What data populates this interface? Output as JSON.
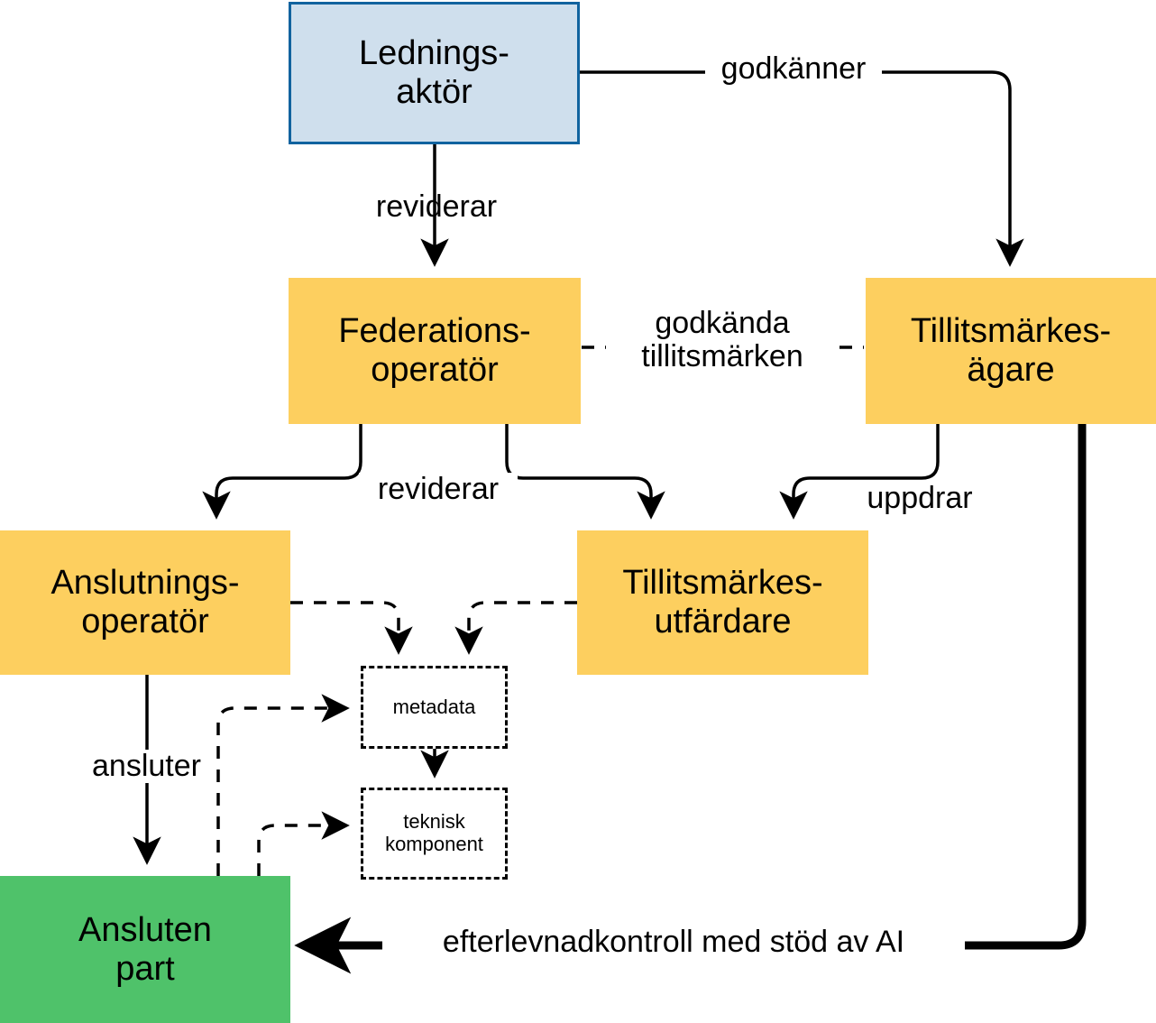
{
  "diagram": {
    "title": "Tillitsmarke federation aktorsdiagram",
    "colors": {
      "blue_fill": "#cfdfed",
      "blue_border": "#11639f",
      "yellow_fill": "#fdcf5f",
      "green_fill": "#4fc26a",
      "line": "#000000",
      "background": "#ffffff"
    },
    "nodes": [
      {
        "id": "ledningsaktor",
        "label": "Lednings-\naktör",
        "style": "blue"
      },
      {
        "id": "federationsoperator",
        "label": "Federations-\noperatör",
        "style": "yellow"
      },
      {
        "id": "tillitsmarkesagare",
        "label": "Tillitsmärkes-\nägare",
        "style": "yellow"
      },
      {
        "id": "anslutningsoperator",
        "label": "Anslutnings-\noperatör",
        "style": "yellow"
      },
      {
        "id": "tillitsmarkesutfardare",
        "label": "Tillitsmärkes-\nutfärdare",
        "style": "yellow"
      },
      {
        "id": "metadata",
        "label": "metadata",
        "style": "dashed"
      },
      {
        "id": "tekniskkomponent",
        "label": "teknisk\nkomponent",
        "style": "dashed"
      },
      {
        "id": "anslutenpart",
        "label": "Ansluten\npart",
        "style": "green"
      }
    ],
    "edges": [
      {
        "id": "godkanner",
        "label": "godkänner",
        "from": "ledningsaktor",
        "to": "tillitsmarkesagare",
        "line": "solid",
        "weight": "thin",
        "arrow": true
      },
      {
        "id": "reviderar-fo",
        "label": "reviderar",
        "from": "ledningsaktor",
        "to": "federationsoperator",
        "line": "solid",
        "weight": "thin",
        "arrow": true
      },
      {
        "id": "godkanda",
        "label": "godkända\ntillitsmärken",
        "from": "federationsoperator",
        "to": "tillitsmarkesagare",
        "line": "dashed",
        "weight": "thin",
        "arrow": false
      },
      {
        "id": "reviderar-ao",
        "label": "reviderar",
        "from": "federationsoperator",
        "to": "anslutningsoperator",
        "line": "solid",
        "weight": "thin",
        "arrow": true
      },
      {
        "id": "reviderar-tu",
        "label": "",
        "from": "federationsoperator",
        "to": "tillitsmarkesutfardare",
        "line": "solid",
        "weight": "thin",
        "arrow": true
      },
      {
        "id": "uppdrar",
        "label": "uppdrar",
        "from": "tillitsmarkesagare",
        "to": "tillitsmarkesutfardare",
        "line": "solid",
        "weight": "thin",
        "arrow": true
      },
      {
        "id": "ansluter",
        "label": "ansluter",
        "from": "anslutningsoperator",
        "to": "anslutenpart",
        "line": "solid",
        "weight": "thin",
        "arrow": true
      },
      {
        "id": "ao-metadata",
        "label": "",
        "from": "anslutningsoperator",
        "to": "metadata",
        "line": "dashed",
        "weight": "thin",
        "arrow": true
      },
      {
        "id": "tu-metadata",
        "label": "",
        "from": "tillitsmarkesutfardare",
        "to": "metadata",
        "line": "dashed",
        "weight": "thin",
        "arrow": true
      },
      {
        "id": "metadata-teknisk",
        "label": "",
        "from": "metadata",
        "to": "tekniskkomponent",
        "line": "solid",
        "weight": "thin",
        "arrow": true
      },
      {
        "id": "ap-metadata",
        "label": "",
        "from": "anslutenpart",
        "to": "metadata",
        "line": "dashed",
        "weight": "thin",
        "arrow": true
      },
      {
        "id": "ap-teknisk",
        "label": "",
        "from": "anslutenpart",
        "to": "tekniskkomponent",
        "line": "dashed",
        "weight": "thin",
        "arrow": true
      },
      {
        "id": "efterlevnad",
        "label": "efterlevnadkontroll med stöd av AI",
        "from": "tillitsmarkesagare",
        "to": "anslutenpart",
        "line": "solid",
        "weight": "thick",
        "arrow": true
      }
    ]
  }
}
